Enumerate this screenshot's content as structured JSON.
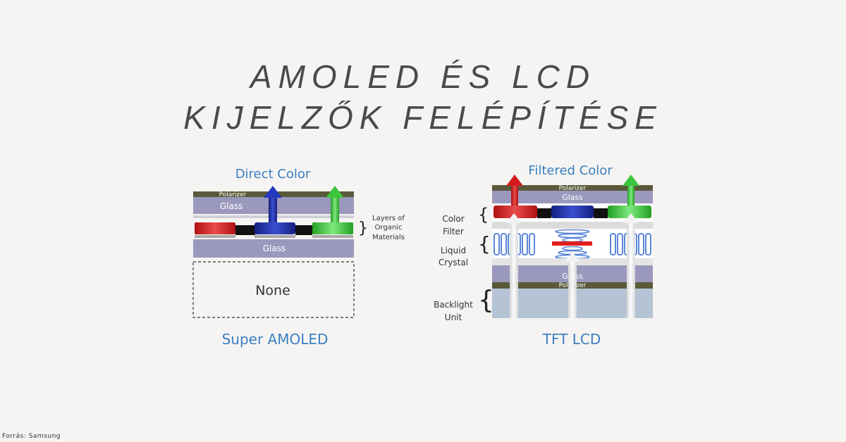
{
  "title": {
    "line1": "AMOLED ÉS LCD",
    "line2": "KIJELZŐK FELÉPÍTÉSE"
  },
  "amoled": {
    "heading": "Direct Color",
    "polarizer": "Polarizer",
    "glass_top": "Glass",
    "glass_bottom": "Glass",
    "layers_label": [
      "Layers of",
      "Organic",
      "Materials"
    ],
    "backlight_box": "None",
    "caption": "Super AMOLED"
  },
  "lcd": {
    "heading": "Filtered Color",
    "polarizer_top": "Polarizer",
    "glass_top": "Glass",
    "glass_bottom": "Glass",
    "polarizer_bottom": "Polarizer",
    "color_filter_label": [
      "Color",
      "Filter"
    ],
    "liquid_crystal_label": [
      "Liquid",
      "Crystal"
    ],
    "backlight_label": [
      "Backlight",
      "Unit"
    ],
    "caption": "TFT LCD"
  },
  "colors": {
    "red": "#d41c1c",
    "blue": "#1d2fa8",
    "green": "#3cc43c",
    "glass": "#9b98bd",
    "polarizer": "#5a5a3a",
    "caption": "#3b7fc4",
    "backlight": "#b4c4d4"
  },
  "source": "Forrás: Samsung"
}
